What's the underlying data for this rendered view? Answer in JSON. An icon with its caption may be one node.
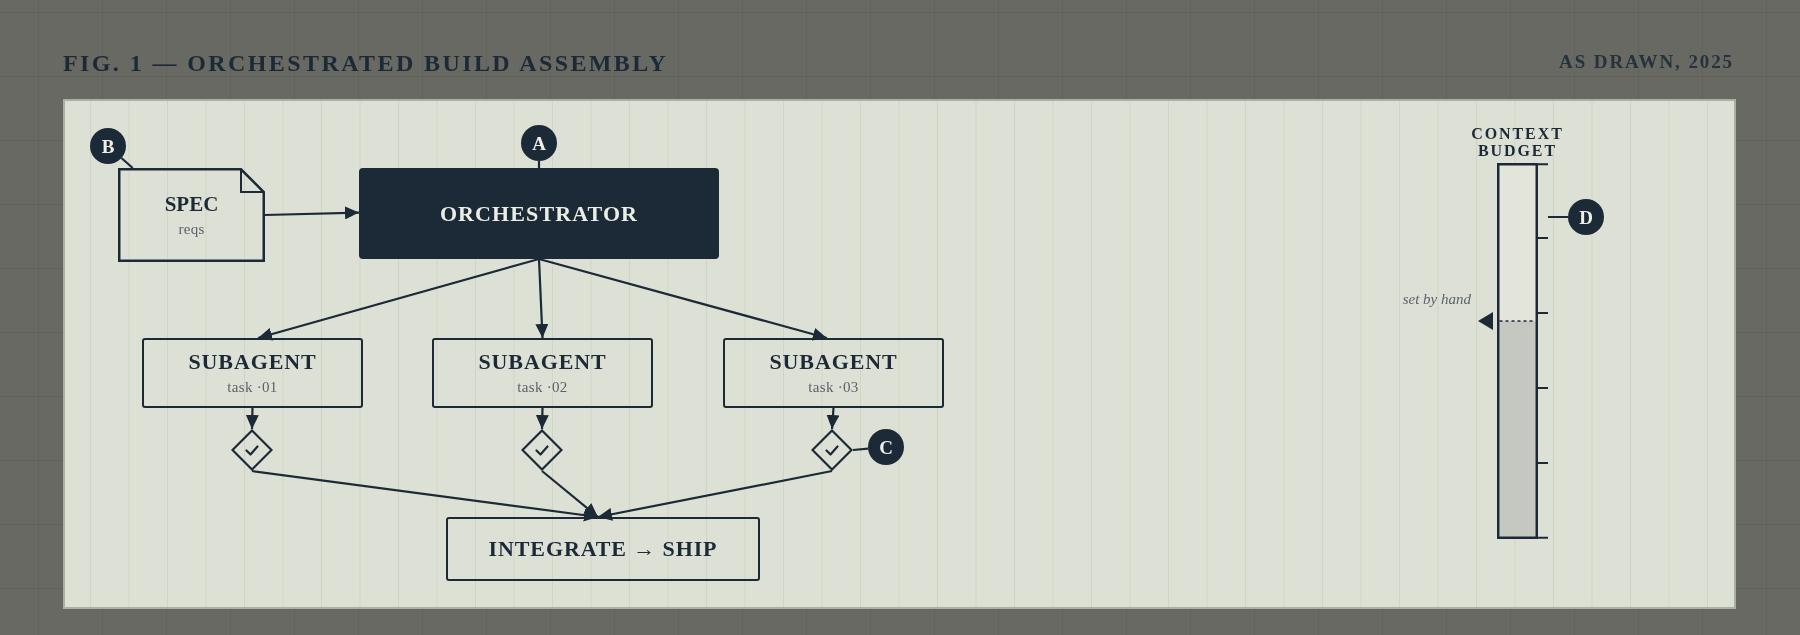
{
  "diagram": {
    "title": "FIG. 1 — ORCHESTRATED BUILD ASSEMBLY",
    "nodes": [
      {
        "text": [
          "B"
        ]
      },
      {
        "text": [
          "SPEC",
          "reqs"
        ]
      },
      {
        "text": [
          "A"
        ]
      },
      {
        "text": [
          "ORCHESTRATOR"
        ]
      },
      {
        "text": [
          "CONTEXT BUDGET"
        ],
        "beside": [
          "set by hand"
        ]
      },
      {
        "text": [
          "D"
        ]
      },
      {
        "text": [
          "SUBAGENT",
          "task ·01"
        ]
      },
      {
        "text": [
          "SUBAGENT",
          "task ·02"
        ]
      },
      {
        "text": [
          "SUBAGENT",
          "task ·03"
        ]
      },
      {
        "text": [],
        "shape": "diamond"
      },
      {
        "text": [],
        "shape": "diamond"
      },
      {
        "text": [],
        "shape": "diamond"
      },
      {
        "text": [
          "C"
        ]
      },
      {
        "text": [
          "INTEGRATE → SHIP"
        ]
      }
    ],
    "edges": [
      {
        "from": 0,
        "to": 1,
        "arrow": "none"
      },
      {
        "from": 2,
        "to": 3,
        "arrow": "none"
      },
      {
        "from": 1,
        "to": 3,
        "arrow": "to"
      },
      {
        "from": 3,
        "to": 6,
        "arrow": "to"
      },
      {
        "from": 3,
        "to": 7,
        "arrow": "to"
      },
      {
        "from": 3,
        "to": 8,
        "arrow": "to"
      },
      {
        "from": 6,
        "to": 9,
        "arrow": "to"
      },
      {
        "from": 7,
        "to": 10,
        "arrow": "to"
      },
      {
        "from": 8,
        "to": 11,
        "arrow": "to"
      },
      {
        "from": 12,
        "to": 11,
        "arrow": "none"
      },
      {
        "from": 9,
        "to": 13,
        "arrow": "to"
      },
      {
        "from": 10,
        "to": 13,
        "arrow": "to"
      },
      {
        "from": 11,
        "to": 13,
        "arrow": "to"
      },
      {
        "from": 5,
        "to": 4,
        "arrow": "none"
      }
    ],
    "labels": [
      "AS DRAWN, 2025"
    ]
  }
}
